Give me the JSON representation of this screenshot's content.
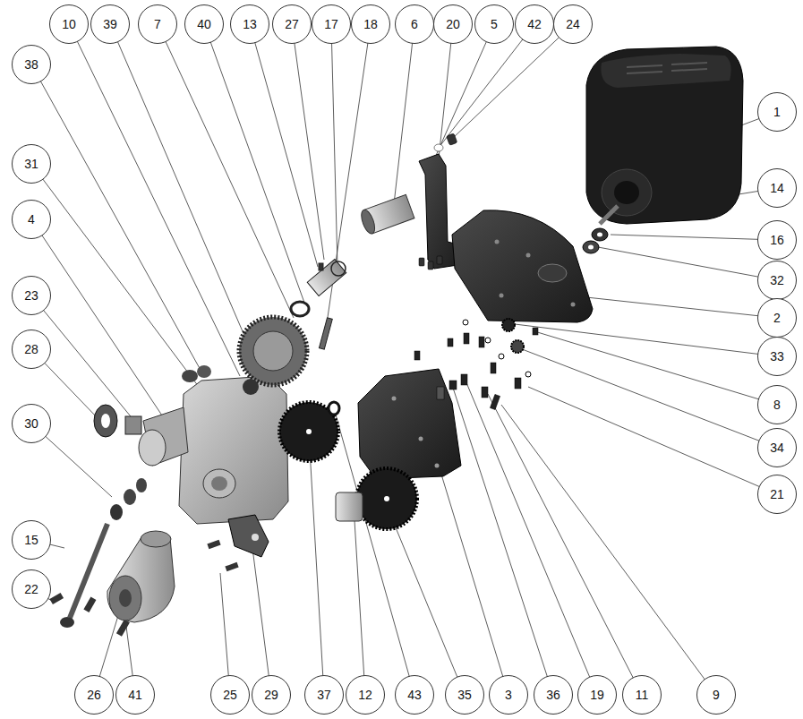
{
  "diagram": {
    "nodes": [
      {
        "text": [
          "10"
        ]
      },
      {
        "text": [
          "39"
        ]
      },
      {
        "text": [
          "7"
        ]
      },
      {
        "text": [
          "40"
        ]
      },
      {
        "text": [
          "13"
        ]
      },
      {
        "text": [
          "27"
        ]
      },
      {
        "text": [
          "17"
        ]
      },
      {
        "text": [
          "18"
        ]
      },
      {
        "text": [
          "6"
        ]
      },
      {
        "text": [
          "20"
        ]
      },
      {
        "text": [
          "5"
        ]
      },
      {
        "text": [
          "42"
        ]
      },
      {
        "text": [
          "24"
        ]
      },
      {
        "text": [
          "38"
        ]
      },
      {
        "text": [
          "31"
        ]
      },
      {
        "text": [
          "4"
        ]
      },
      {
        "text": [
          "23"
        ]
      },
      {
        "text": [
          "28"
        ]
      },
      {
        "text": [
          "30"
        ]
      },
      {
        "text": [
          "15"
        ]
      },
      {
        "text": [
          "22"
        ]
      },
      {
        "text": [
          "1"
        ]
      },
      {
        "text": [
          "14"
        ]
      },
      {
        "text": [
          "16"
        ]
      },
      {
        "text": [
          "32"
        ]
      },
      {
        "text": [
          "2"
        ]
      },
      {
        "text": [
          "33"
        ]
      },
      {
        "text": [
          "8"
        ]
      },
      {
        "text": [
          "34"
        ]
      },
      {
        "text": [
          "21"
        ]
      },
      {
        "text": [
          "26"
        ]
      },
      {
        "text": [
          "41"
        ]
      },
      {
        "text": [
          "25"
        ]
      },
      {
        "text": [
          "29"
        ]
      },
      {
        "text": [
          "37"
        ]
      },
      {
        "text": [
          "12"
        ]
      },
      {
        "text": [
          "43"
        ]
      },
      {
        "text": [
          "35"
        ]
      },
      {
        "text": [
          "3"
        ]
      },
      {
        "text": [
          "36"
        ]
      },
      {
        "text": [
          "19"
        ]
      },
      {
        "text": [
          "11"
        ]
      },
      {
        "text": [
          "9"
        ]
      }
    ]
  }
}
